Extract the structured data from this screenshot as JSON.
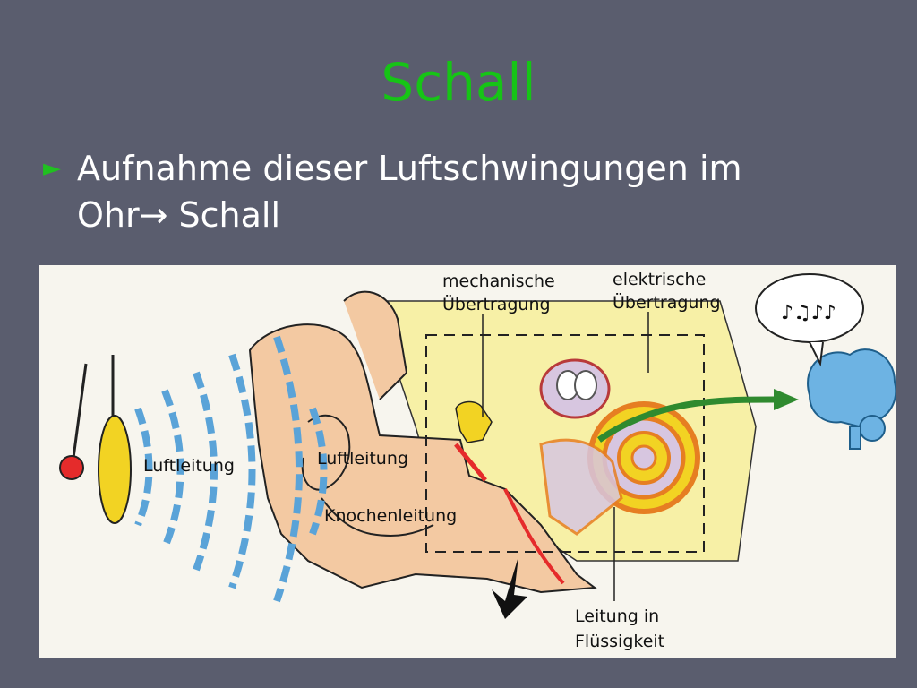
{
  "slide": {
    "title": "Schall",
    "bullet_marker": "►",
    "bullet_line1": "Aufnahme dieser Luftschwingungen im",
    "bullet_line2": "Ohr→ Schall"
  },
  "figure": {
    "labels": {
      "mechanische_1": "mechanische",
      "mechanische_2": "Übertragung",
      "elektrische_1": "elektrische",
      "elektrische_2": "Übertragung",
      "luftleitung_outer": "Luftleitung",
      "luftleitung_inner": "Luftleitung",
      "knochenleitung": "Knochenleitung",
      "leitung_1": "Leitung in",
      "leitung_2": "Flüssigkeit"
    },
    "colors": {
      "title": "#16c416",
      "background": "#5a5d6e",
      "skin": "#f3c9a2",
      "bone": "#f7f0a6",
      "sound_wave": "#5aa3d8",
      "arrow": "#2f8a2f",
      "brain": "#6db3e3",
      "tuning_fork": "#f2d323"
    }
  }
}
